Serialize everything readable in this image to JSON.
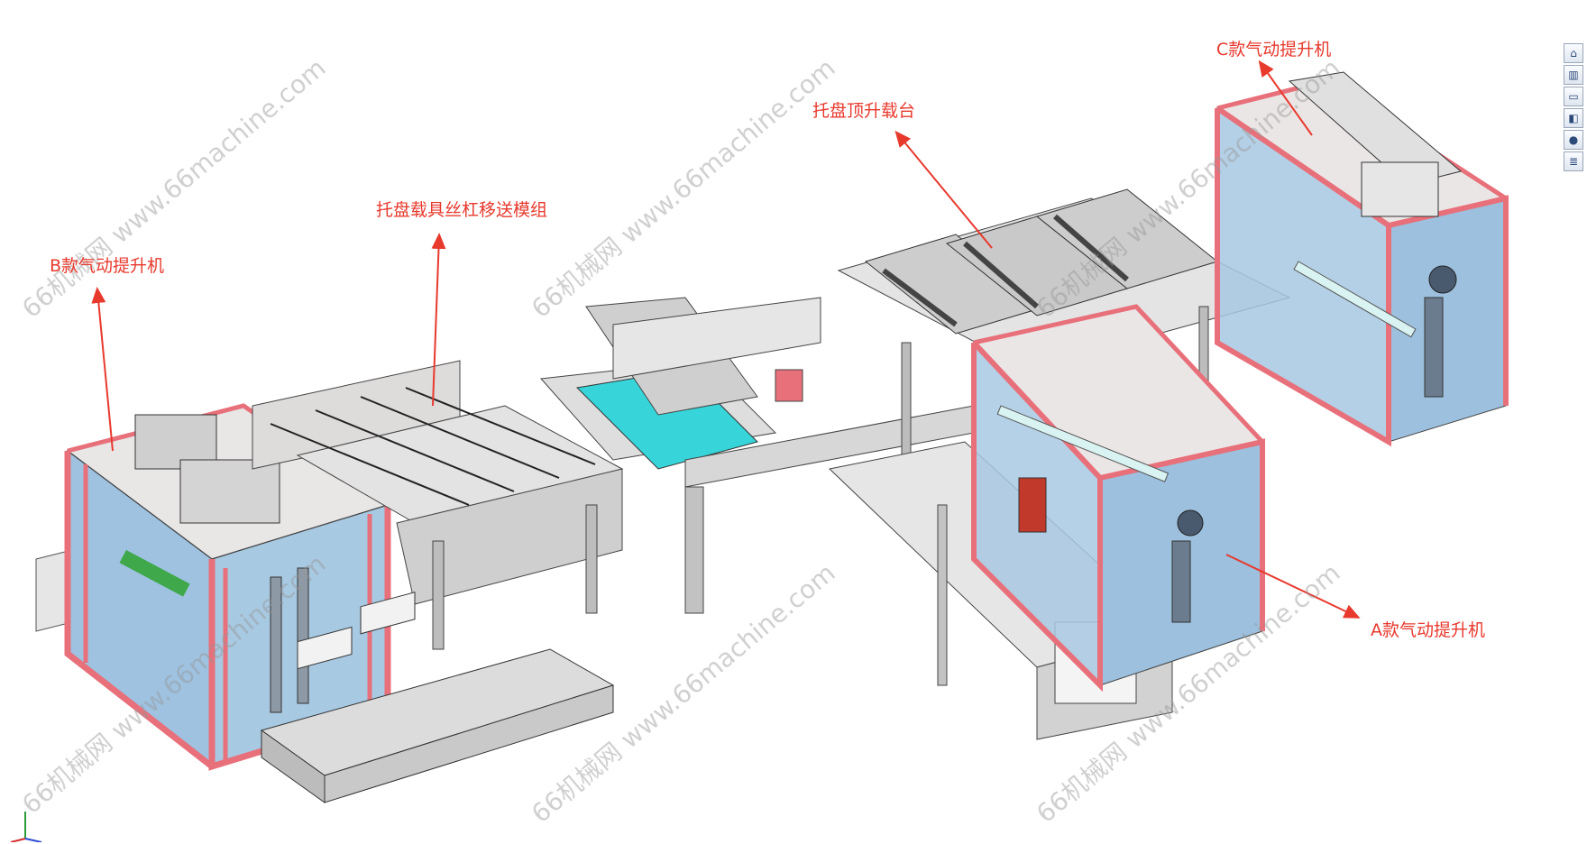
{
  "annotations": {
    "b_lift": "B款气动提升机",
    "screw_module": "托盘载具丝杠移送模组",
    "tray_lift": "托盘顶升载台",
    "c_lift": "C款气动提升机",
    "a_lift": "A款气动提升机"
  },
  "watermark": "66机械网 www.66machine.com",
  "toolbar": {
    "icons": [
      "home-icon",
      "parts-icon",
      "folder-icon",
      "appearance-icon",
      "color-wheel-icon",
      "list-icon"
    ]
  },
  "colors": {
    "annotation_red": "#e8392d",
    "frame_red": "#e8707a",
    "panel_blue": "#8fb7d8",
    "fixture_cyan": "#34d6da",
    "metal_gray": "#d9d9d9"
  }
}
